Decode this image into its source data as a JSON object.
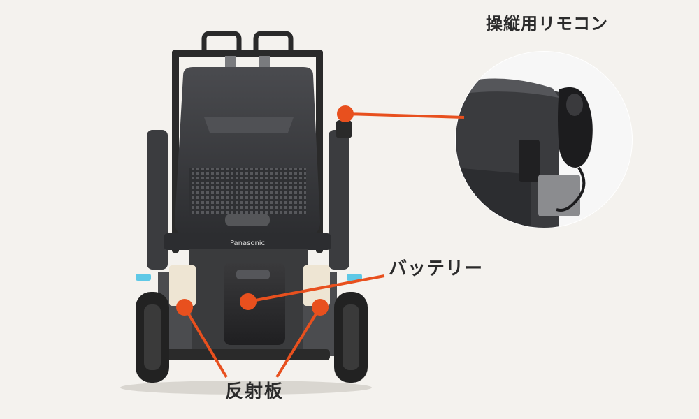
{
  "labels": {
    "remote": "操縦用リモコン",
    "battery": "バッテリー",
    "reflector": "反射板"
  },
  "product": {
    "brand_plate": "Panasonic"
  },
  "icons": {
    "wheelchair": "power-wheelchair-rear-view",
    "remote": "joystick-controller-closeup"
  },
  "colors": {
    "background": "#f4f2ee",
    "callout": "#e8501e",
    "frame": "#2a2a2a",
    "seat": "#3a3b3e",
    "wheel": "#222222",
    "accent_light": "#5ec8e6",
    "label_text": "#2b2b2b"
  }
}
